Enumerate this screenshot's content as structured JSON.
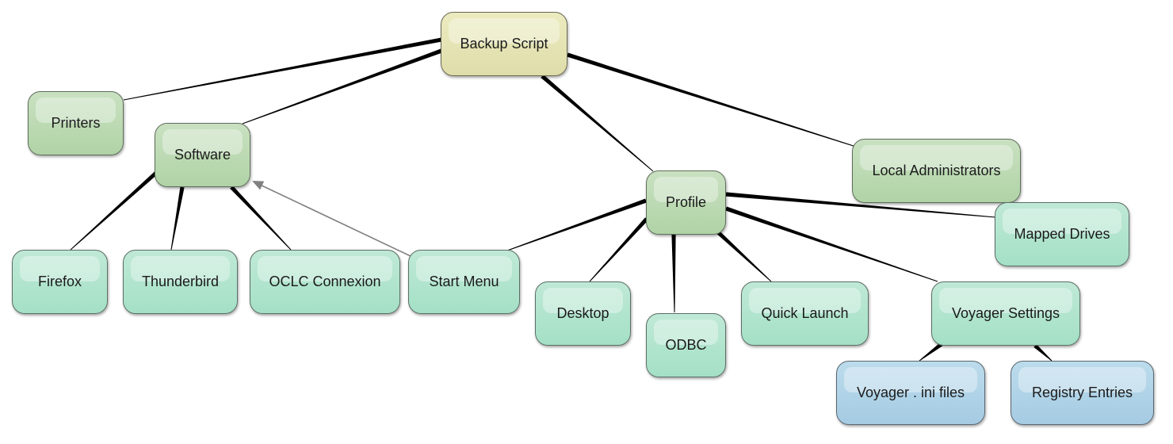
{
  "diagram": {
    "type": "mind-map",
    "colors": {
      "root": "#e4e3b4",
      "branch": "#b8d8ae",
      "leaf": "#ace3cb",
      "sub_leaf": "#abd0e6",
      "link": "#000000",
      "cross_link": "#808080"
    },
    "nodes": [
      {
        "id": "backup-script",
        "label": "Backup Script",
        "style": "yellow"
      },
      {
        "id": "printers",
        "label": "Printers",
        "style": "sage"
      },
      {
        "id": "software",
        "label": "Software",
        "style": "sage"
      },
      {
        "id": "profile",
        "label": "Profile",
        "style": "sage"
      },
      {
        "id": "local-administrators",
        "label": "Local Administrators",
        "style": "sage"
      },
      {
        "id": "firefox",
        "label": "Firefox",
        "style": "mint"
      },
      {
        "id": "thunderbird",
        "label": "Thunderbird",
        "style": "mint"
      },
      {
        "id": "oclc-connexion",
        "label": "OCLC Connexion",
        "style": "mint"
      },
      {
        "id": "start-menu",
        "label": "Start Menu",
        "style": "mint"
      },
      {
        "id": "desktop",
        "label": "Desktop",
        "style": "mint"
      },
      {
        "id": "odbc",
        "label": "ODBC",
        "style": "mint"
      },
      {
        "id": "quick-launch",
        "label": "Quick Launch",
        "style": "mint"
      },
      {
        "id": "mapped-drives",
        "label": "Mapped Drives",
        "style": "mint"
      },
      {
        "id": "voyager-settings",
        "label": "Voyager Settings",
        "style": "mint"
      },
      {
        "id": "voyager-ini-files",
        "label": "Voyager . ini files",
        "style": "blue"
      },
      {
        "id": "registry-entries",
        "label": "Registry Entries",
        "style": "blue"
      }
    ],
    "links": [
      {
        "from": "backup-script",
        "to": "printers"
      },
      {
        "from": "backup-script",
        "to": "software"
      },
      {
        "from": "backup-script",
        "to": "profile"
      },
      {
        "from": "backup-script",
        "to": "local-administrators"
      },
      {
        "from": "software",
        "to": "firefox"
      },
      {
        "from": "software",
        "to": "thunderbird"
      },
      {
        "from": "software",
        "to": "oclc-connexion"
      },
      {
        "from": "profile",
        "to": "start-menu"
      },
      {
        "from": "profile",
        "to": "desktop"
      },
      {
        "from": "profile",
        "to": "odbc"
      },
      {
        "from": "profile",
        "to": "quick-launch"
      },
      {
        "from": "profile",
        "to": "mapped-drives"
      },
      {
        "from": "profile",
        "to": "voyager-settings"
      },
      {
        "from": "voyager-settings",
        "to": "voyager-ini-files"
      },
      {
        "from": "voyager-settings",
        "to": "registry-entries"
      }
    ],
    "cross_links": [
      {
        "from": "start-menu",
        "to": "software",
        "arrow": "end"
      }
    ]
  }
}
